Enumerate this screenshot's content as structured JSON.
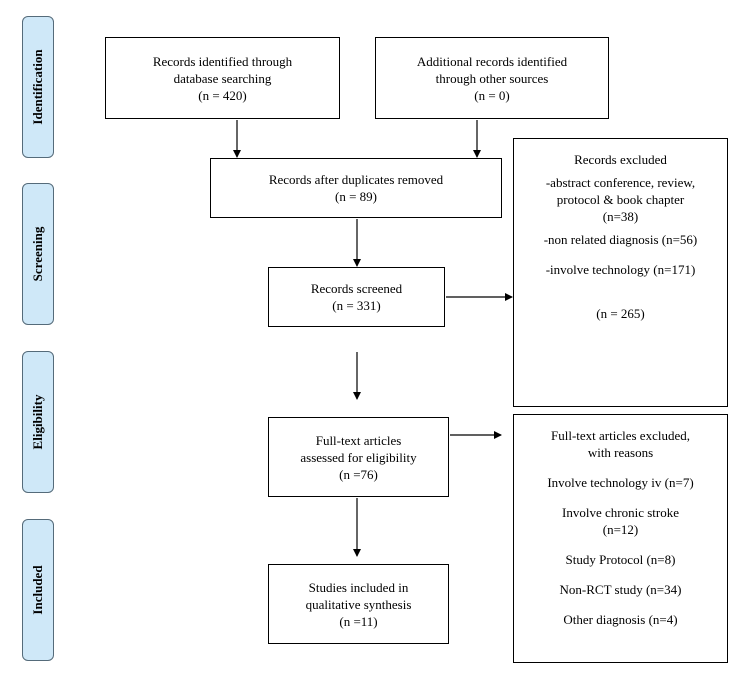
{
  "stages": {
    "identification": "Identification",
    "screening": "Screening",
    "eligibility": "Eligibility",
    "included": "Included"
  },
  "boxes": {
    "database": [
      "Records identified through",
      "database searching",
      "(n = 420)"
    ],
    "other_sources": [
      "Additional records identified",
      "through other sources",
      "(n = 0)"
    ],
    "duplicates_removed": [
      "Records after duplicates removed",
      "(n = 89)"
    ],
    "screened": [
      "Records screened",
      "(n = 331)"
    ],
    "excluded": {
      "title": "Records excluded",
      "item1": [
        "-abstract conference, review,",
        "protocol & book chapter",
        "(n=38)"
      ],
      "item2": "-non related diagnosis (n=56)",
      "item3": "-involve technology (n=171)",
      "total": "(n = 265)"
    },
    "fulltext": [
      "Full-text articles",
      "assessed for eligibility",
      "(n =76)"
    ],
    "fulltext_excluded": {
      "title": [
        "Full-text articles excluded,",
        "with reasons"
      ],
      "item1": "Involve technology iv (n=7)",
      "item2": [
        "Involve chronic stroke",
        "(n=12)"
      ],
      "item3": "Study Protocol (n=8)",
      "item4": "Non-RCT study (n=34)",
      "item5": "Other diagnosis (n=4)"
    },
    "included": [
      "Studies included in",
      "qualitative synthesis",
      "(n =11)"
    ]
  }
}
